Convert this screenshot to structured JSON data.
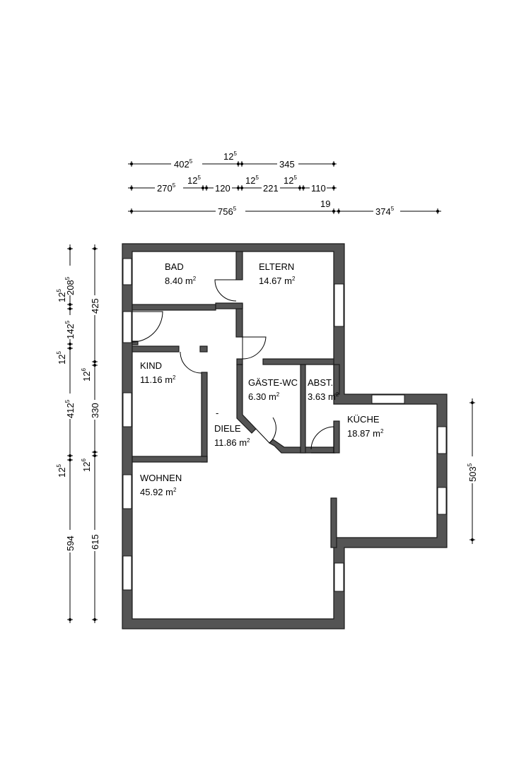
{
  "rooms": [
    {
      "name": "BAD",
      "area": "8.40",
      "unit": "m",
      "exp": "2"
    },
    {
      "name": "ELTERN",
      "area": "14.67",
      "unit": "m",
      "exp": "2"
    },
    {
      "name": "KIND",
      "area": "11.16",
      "unit": "m",
      "exp": "2"
    },
    {
      "name": "GÄSTE-WC",
      "area": "6.30",
      "unit": "m",
      "exp": "2"
    },
    {
      "name": "ABST.",
      "area": "3.63",
      "unit": "m",
      "exp": "2"
    },
    {
      "name": "DIELE",
      "area": "11.86",
      "unit": "m",
      "exp": "2"
    },
    {
      "name": "KÜCHE",
      "area": "18.87",
      "unit": "m",
      "exp": "2"
    },
    {
      "name": "WOHNEN",
      "area": "45.92",
      "unit": "m",
      "exp": "2"
    }
  ],
  "dims_top": {
    "row1": [
      {
        "v": "402",
        "s": "5"
      },
      {
        "v": "12",
        "s": "5"
      },
      {
        "v": "345",
        "s": ""
      }
    ],
    "row2": [
      {
        "v": "270",
        "s": "5"
      },
      {
        "v": "12",
        "s": "5"
      },
      {
        "v": "120",
        "s": ""
      },
      {
        "v": "12",
        "s": "5"
      },
      {
        "v": "221",
        "s": ""
      },
      {
        "v": "12",
        "s": "5"
      },
      {
        "v": "110",
        "s": ""
      }
    ],
    "row3": [
      {
        "v": "756",
        "s": "5"
      },
      {
        "v": "19",
        "s": ""
      },
      {
        "v": "374",
        "s": "5"
      }
    ]
  },
  "dims_left": {
    "outer": [
      {
        "v": "208",
        "s": "5"
      },
      {
        "v": "12",
        "s": "5"
      },
      {
        "v": "142",
        "s": "5"
      },
      {
        "v": "12",
        "s": "5"
      },
      {
        "v": "412",
        "s": "5"
      },
      {
        "v": "12",
        "s": "5"
      },
      {
        "v": "594",
        "s": ""
      }
    ],
    "inner": [
      {
        "v": "425",
        "s": ""
      },
      {
        "v": "12",
        "s": "6"
      },
      {
        "v": "330",
        "s": ""
      },
      {
        "v": "12",
        "s": "6"
      },
      {
        "v": "615",
        "s": ""
      }
    ]
  },
  "dims_right": [
    {
      "v": "503",
      "s": "5"
    }
  ],
  "diele_mark": "-"
}
